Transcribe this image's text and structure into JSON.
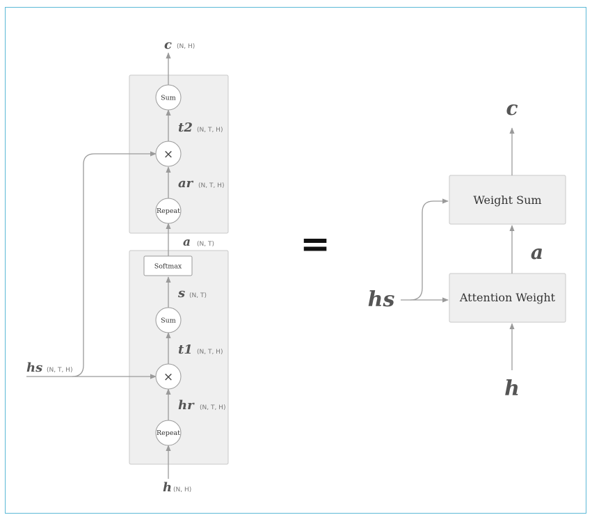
{
  "left": {
    "c": {
      "name": "c",
      "dims": "(N, H)"
    },
    "t2": {
      "name": "t2",
      "dims": "(N, T, H)"
    },
    "ar": {
      "name": "ar",
      "dims": "(N, T, H)"
    },
    "a": {
      "name": "a",
      "dims": "(N, T)"
    },
    "s": {
      "name": "s",
      "dims": "(N, T)"
    },
    "t1": {
      "name": "t1",
      "dims": "(N, T, H)"
    },
    "hr": {
      "name": "hr",
      "dims": "(N, T, H)"
    },
    "hs": {
      "name": "hs",
      "dims": "(N, T, H)"
    },
    "h": {
      "name": "h",
      "dims": "(N, H)"
    },
    "nodes": {
      "sum_top": "Sum",
      "mul_top": "×",
      "repeat_top": "Repeat",
      "softmax": "Softmax",
      "sum_bottom": "Sum",
      "mul_bottom": "×",
      "repeat_bottom": "Repeat"
    }
  },
  "equals": "=",
  "right": {
    "c": "c",
    "weight_sum": "Weight Sum",
    "a": "a",
    "hs": "hs",
    "attention_weight": "Attention Weight",
    "h": "h"
  }
}
